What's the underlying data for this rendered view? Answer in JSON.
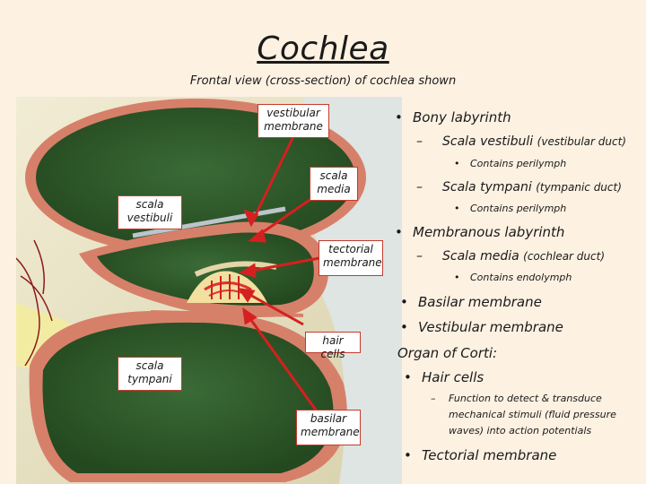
{
  "title": "Cochlea",
  "subtitle": "Frontal view (cross-section) of cochlea shown",
  "labels": {
    "vestibular_membrane": "vestibular membrane",
    "scala_media": "scala media",
    "scala_vestibuli": "scala vestibuli",
    "tectorial_membrane": "tectorial membrane",
    "hair_cells": "hair cells",
    "scala_tympani": "scala tympani",
    "basilar_membrane": "basilar membrane"
  },
  "notes": {
    "bony": "Bony labyrinth",
    "scala_vestibuli": "Scala vestibuli",
    "scala_vestibuli_paren": "(vestibular duct)",
    "perilymph_1": "Contains perilymph",
    "scala_tympani": "Scala tympani",
    "scala_tympani_paren": "(tympanic duct)",
    "perilymph_2": "Contains perilymph",
    "membranous": "Membranous labyrinth",
    "scala_media": "Scala media",
    "scala_media_paren": "(cochlear duct)",
    "endolymph": "Contains endolymph",
    "basilar": "Basilar membrane",
    "vestibular": "Vestibular membrane",
    "organ": "Organ of Corti:",
    "hair_cells": "Hair cells",
    "function_1": "Function to detect & transduce",
    "function_2": "mechanical stimuli (fluid pressure",
    "function_3": "waves) into action potentials",
    "tectorial": "Tectorial membrane"
  },
  "glyphs": {
    "bullet": "•",
    "dash": "–"
  },
  "colors": {
    "background": "#fdf1e2",
    "callout_border": "#c43a2e",
    "arrow": "#d42020",
    "chamber_fluid": "#2d5a2a",
    "chamber_wall": "#d6806a",
    "bone": "#e9e3c6"
  }
}
